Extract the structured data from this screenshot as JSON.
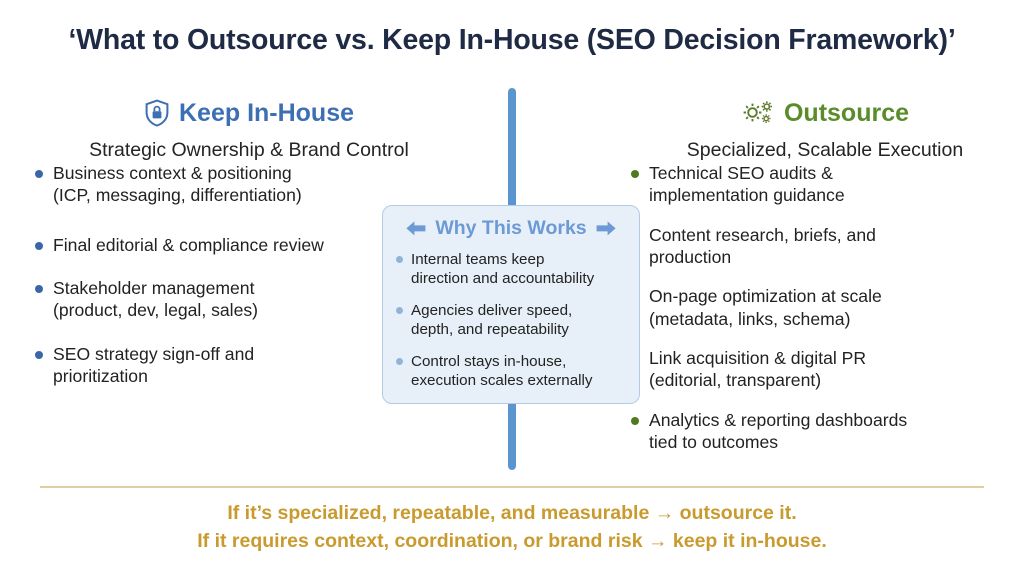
{
  "title": "‘What to Outsource vs. Keep In-House (SEO Decision Framework)’",
  "colors": {
    "title": "#1f2a44",
    "keep_in_house": "#3d6fb4",
    "outsource": "#5b8c2a",
    "divider": "#5b95d0",
    "panel_bg": "#e7f0f9",
    "panel_border": "#b4cbe3",
    "why_title": "#6d9ad4",
    "footer": "#c99a2e",
    "footer_rule": "#e0cda0"
  },
  "left_column": {
    "icon": "shield-lock-icon",
    "heading": "Keep In-House",
    "subheading": "Strategic Ownership & Brand Control",
    "bullets": [
      {
        "line1": "Business context & positioning",
        "line2": "(ICP, messaging, differentiation)"
      },
      {
        "line1": "Final editorial & compliance review",
        "line2": ""
      },
      {
        "line1": "Stakeholder management",
        "line2": "(product, dev, legal, sales)"
      },
      {
        "line1": "SEO strategy sign-off and",
        "line2": "prioritization"
      }
    ]
  },
  "right_column": {
    "icon": "gears-icon",
    "heading": "Outsource",
    "subheading": "Specialized, Scalable Execution",
    "bullets": [
      {
        "line1": "Technical SEO audits &",
        "line2": "implementation guidance"
      },
      {
        "line1": "Content research, briefs, and",
        "line2": "production"
      },
      {
        "line1": "On-page optimization at scale",
        "line2": "(metadata, links, schema)"
      },
      {
        "line1": "Link acquisition & digital PR",
        "line2": "(editorial, transparent)"
      },
      {
        "line1": "Analytics & reporting dashboards",
        "line2": "tied to outcomes"
      }
    ]
  },
  "center_panel": {
    "left_icon": "arrow-left-icon",
    "right_icon": "arrow-right-icon",
    "heading": "Why This Works",
    "bullets": [
      {
        "line1": "Internal teams keep",
        "line2": "direction and accountability"
      },
      {
        "line1": "Agencies deliver speed,",
        "line2": "depth, and repeatability"
      },
      {
        "line1": "Control stays in-house,",
        "line2": "execution scales externally"
      }
    ]
  },
  "footer": {
    "line1": "If it’s specialized, repeatable, and measurable → outsource it.",
    "line2": "If it requires context, coordination, or brand risk → keep it in-house."
  }
}
